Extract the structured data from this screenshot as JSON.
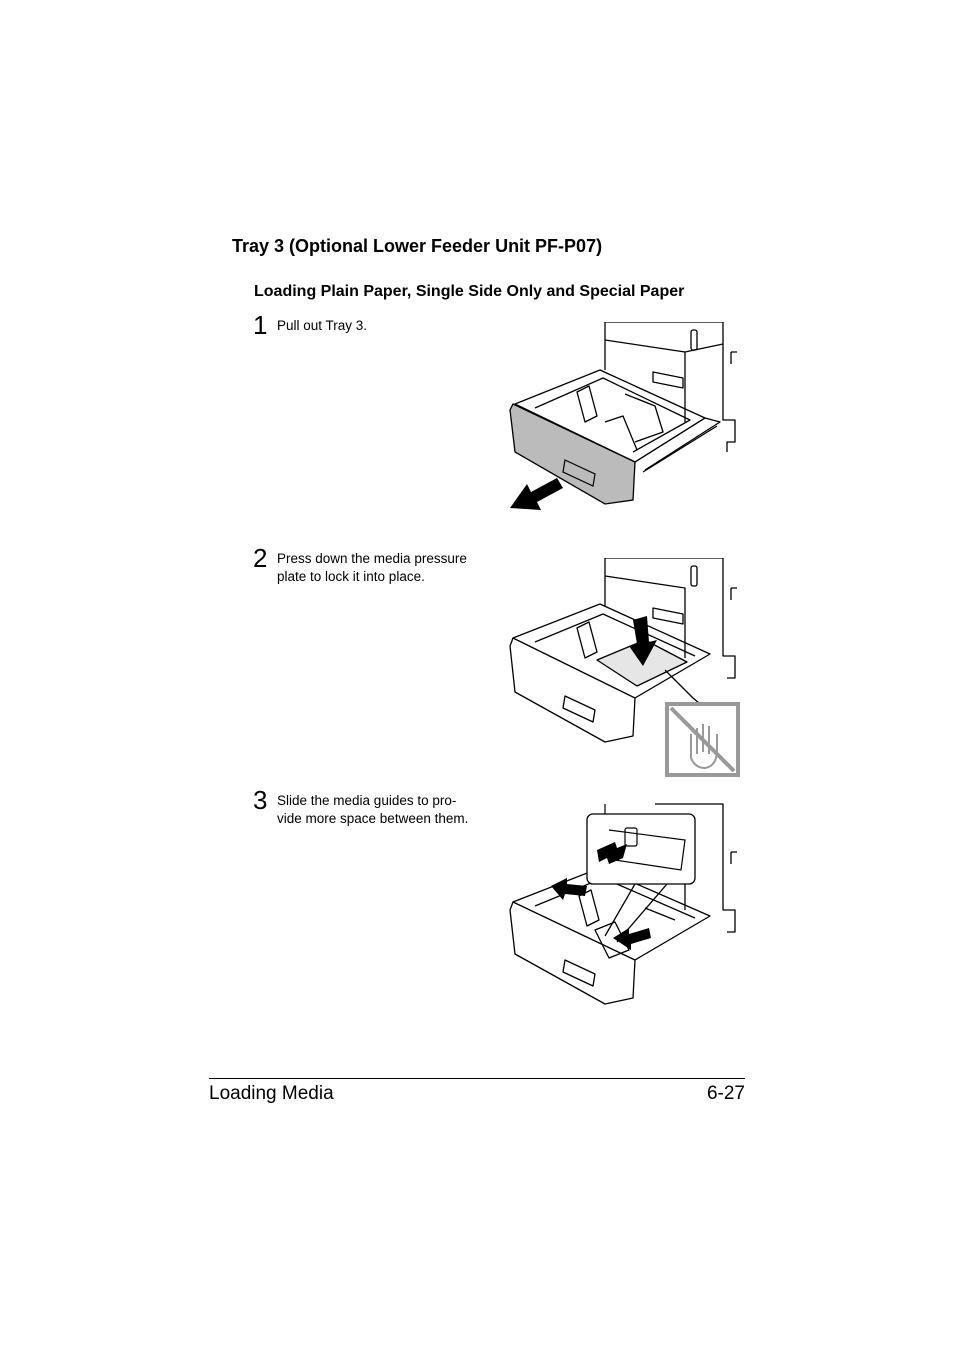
{
  "section_title": "Tray 3 (Optional Lower Feeder Unit PF-P07)",
  "subsection_title": "Loading Plain Paper, Single Side Only and Special Paper",
  "steps": [
    {
      "number": "1",
      "line1": "Pull out Tray 3.",
      "line2": ""
    },
    {
      "number": "2",
      "line1": "Press down the media pressure",
      "line2": "plate to lock it into place."
    },
    {
      "number": "3",
      "line1": "Slide the media guides to pro-",
      "line2": "vide more space between them."
    }
  ],
  "footer": {
    "left": "Loading Media",
    "right": "6-27"
  }
}
